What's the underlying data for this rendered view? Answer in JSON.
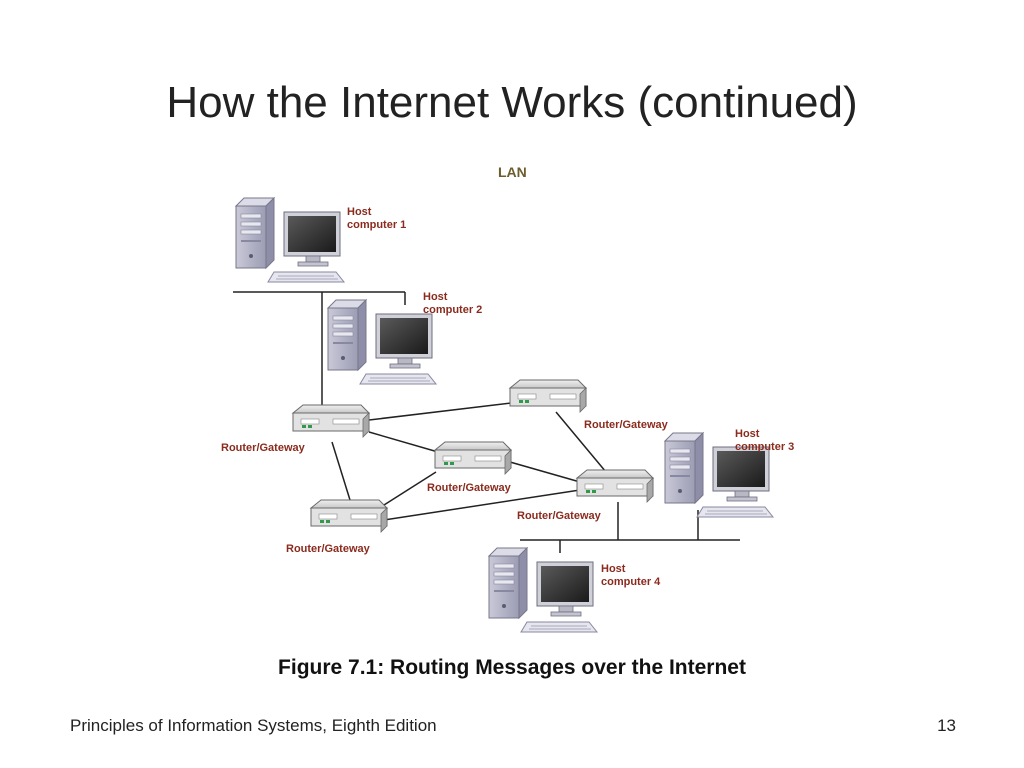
{
  "slide": {
    "title": "How the Internet Works (continued)",
    "caption": "Figure 7.1: Routing Messages over the Internet",
    "footer": "Principles of Information Systems, Eighth Edition",
    "page_number": "13"
  },
  "diagram": {
    "lan_label": "LAN",
    "hosts": [
      {
        "line1": "Host",
        "line2": "computer 1"
      },
      {
        "line1": "Host",
        "line2": "computer 2"
      },
      {
        "line1": "Host",
        "line2": "computer 3"
      },
      {
        "line1": "Host",
        "line2": "computer 4"
      }
    ],
    "router_label": "Router/Gateway"
  },
  "colors": {
    "label_text": "#8a2b1e",
    "lan_text": "#6b5d2e",
    "line": "#222222"
  }
}
